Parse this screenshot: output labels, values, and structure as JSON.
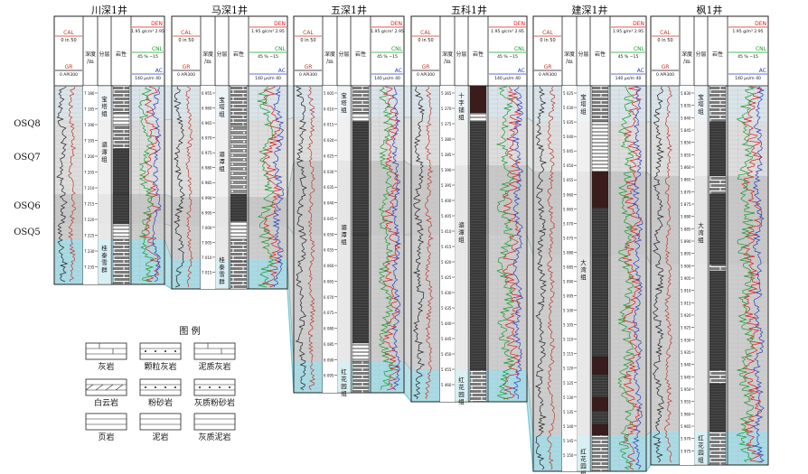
{
  "wells": [
    {
      "name": "川深1井",
      "depths": [
        "7 180",
        "7 185",
        "7 190",
        "7 195",
        "7 200",
        "7 205",
        "7 210",
        "7 215",
        "7 220",
        "7 225",
        "7 230",
        "7 235"
      ],
      "units": [
        {
          "chars": [
            "宝",
            "塔",
            "组"
          ]
        },
        {
          "chars": [
            "湄",
            "潭",
            "组"
          ]
        },
        {
          "chars": [
            "桂",
            "泰",
            "雪",
            "群"
          ]
        }
      ]
    },
    {
      "name": "马深1井",
      "depths": [
        "6 955",
        "6 960",
        "6 965",
        "6 970",
        "6 975",
        "6 980",
        "6 985",
        "6 990",
        "6 995",
        "7 000",
        "7 005",
        "7 010",
        "7 015"
      ],
      "units": [
        {
          "chars": [
            "宝",
            "塔",
            "组"
          ]
        },
        {
          "chars": [
            "湄",
            "潭",
            "组"
          ]
        },
        {
          "chars": [
            "桂",
            "泰",
            "雪",
            "群"
          ]
        }
      ]
    },
    {
      "name": "五深1井",
      "depths": [
        "5 005",
        "6 010",
        "6 015",
        "6 020",
        "6 025",
        "6 030",
        "6 035",
        "6 040",
        "6 045",
        "6 050",
        "6 055",
        "6 060",
        "6 065",
        "6 070",
        "6 075",
        "6 080",
        "6 085",
        "6 090",
        "6 095"
      ],
      "units": [
        {
          "chars": [
            "宝",
            "塔",
            "组"
          ]
        },
        {
          "chars": [
            "湄",
            "潭",
            "组"
          ]
        },
        {
          "chars": [
            "红",
            "花",
            "园",
            "组"
          ]
        }
      ]
    },
    {
      "name": "五科1井",
      "depths": [
        "5 365",
        "5 370",
        "5 375",
        "5 380",
        "5 385",
        "5 390",
        "5 395",
        "5 400",
        "5 405",
        "5 410",
        "5 415",
        "5 420",
        "5 425",
        "5 430",
        "5 435",
        "5 440",
        "5 445",
        "5 450",
        "5 455",
        "5 460"
      ],
      "units": [
        {
          "chars": [
            "十",
            "字",
            "铺",
            "组"
          ]
        },
        {
          "chars": [
            "湄",
            "潭",
            "组"
          ]
        },
        {
          "chars": [
            "红",
            "花",
            "园",
            "组"
          ]
        }
      ]
    },
    {
      "name": "建深1井",
      "depths": [
        "5 025",
        "5 030",
        "5 035",
        "5 040",
        "5 045",
        "5 050",
        "5 055",
        "5 060",
        "5 065",
        "5 070",
        "5 075",
        "5 080",
        "5 085",
        "5 090",
        "5 095",
        "5 100",
        "5 105",
        "5 110",
        "5 115",
        "5 120",
        "5 125",
        "5 130",
        "5 135",
        "5 140",
        "5 145",
        "5 150"
      ],
      "units": [
        {
          "chars": [
            "宝",
            "塔",
            "组"
          ]
        },
        {
          "chars": [
            "大",
            "湾",
            "组"
          ]
        },
        {
          "chars": [
            "红",
            "花",
            "园",
            "组"
          ]
        }
      ]
    },
    {
      "name": "枫1井",
      "depths": [
        "5 830",
        "5 835",
        "5 840",
        "5 845",
        "5 850",
        "5 855",
        "5 860",
        "5 865",
        "5 870",
        "5 875",
        "5 880",
        "5 885",
        "5 890",
        "5 895",
        "5 900",
        "5 905",
        "5 910",
        "5 915",
        "5 920",
        "5 925",
        "5 930",
        "5 935",
        "5 940",
        "5 945",
        "5 950",
        "5 955",
        "5 960",
        "5 965",
        "5 970",
        "5 975"
      ],
      "units": [
        {
          "chars": [
            "宝",
            "塔",
            "组"
          ]
        },
        {
          "chars": [
            "大",
            "湾",
            "组"
          ]
        },
        {
          "chars": [
            "红",
            "花",
            "园",
            "组"
          ]
        }
      ]
    }
  ],
  "header": {
    "cal_label": "CAL",
    "cal_scale_a": "0   in 50",
    "cal_scale_b": "0   in  50",
    "gr_label": "GR",
    "gr_scale": "0 API300",
    "depth_label": "深度",
    "depth_unit": "/m",
    "layer_label": "分层",
    "lith_label": "岩性",
    "den_label": "DEN",
    "den_scale_a": "1.95 g/cm³ 2.95",
    "den_scale_b": "1.95  g/m³ 2.95",
    "cnl_label": "CNL",
    "cnl_scale": "45   %   −15",
    "ac_label": "AC",
    "ac_scale": "140   µs/m   40"
  },
  "sequences": [
    "OSQ8",
    "OSQ7",
    "OSQ6",
    "OSQ5"
  ],
  "legend": {
    "title": "图 例",
    "items": [
      "灰岩",
      "颗粒灰岩",
      "泥质灰岩",
      "白云岩",
      "粉砂岩",
      "灰质粉砂岩",
      "页岩",
      "泥岩",
      "灰质泥岩"
    ]
  },
  "colors": {
    "osq8": "#d6e1e8",
    "osq7": "#d9d9d9",
    "osq6": "#c2c2c2",
    "osq5": "#c8c8c8",
    "base": "#9ed7e2",
    "cal_curve": "#c0392b",
    "gr_curve": "#222222",
    "den_curve": "#d62020",
    "cnl_curve": "#1a9c2a",
    "ac_curve": "#2a3fbf",
    "dark_lith": "#3a1c1c"
  }
}
